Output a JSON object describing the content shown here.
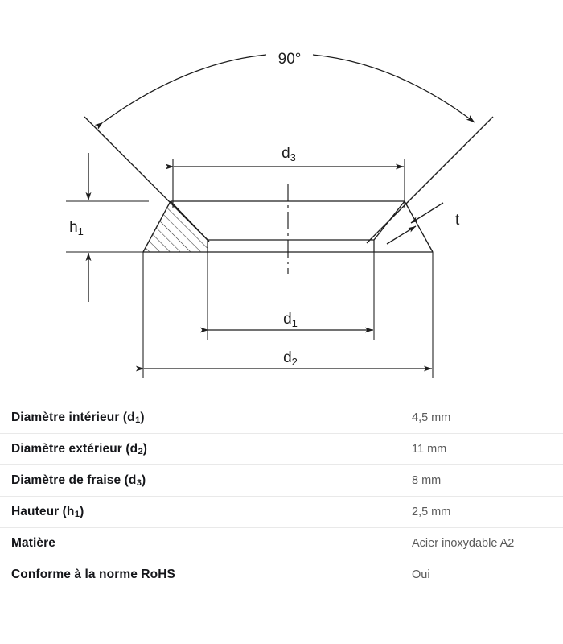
{
  "drawing": {
    "title": "countersunk-washer-cross-section",
    "angle_label": "90°",
    "labels": {
      "d1": "d",
      "d1_sub": "1",
      "d2": "d",
      "d2_sub": "2",
      "d3": "d",
      "d3_sub": "3",
      "h1": "h",
      "h1_sub": "1",
      "t": "t"
    },
    "line_color": "#1d1d1d",
    "hatch_color": "#3a3a3a"
  },
  "spec_table": {
    "rows": [
      {
        "label": "Diamètre intérieur (d",
        "sub": "1",
        "label_end": ")",
        "value": "4,5 mm"
      },
      {
        "label": "Diamètre extérieur (d",
        "sub": "2",
        "label_end": ")",
        "value": "11 mm"
      },
      {
        "label": "Diamètre de fraise (d",
        "sub": "3",
        "label_end": ")",
        "value": "8 mm"
      },
      {
        "label": "Hauteur (h",
        "sub": "1",
        "label_end": ")",
        "value": "2,5 mm"
      },
      {
        "label": "Matière",
        "sub": "",
        "label_end": "",
        "value": "Acier inoxydable A2"
      },
      {
        "label": "Conforme à la norme RoHS",
        "sub": "",
        "label_end": "",
        "value": "Oui"
      }
    ]
  }
}
